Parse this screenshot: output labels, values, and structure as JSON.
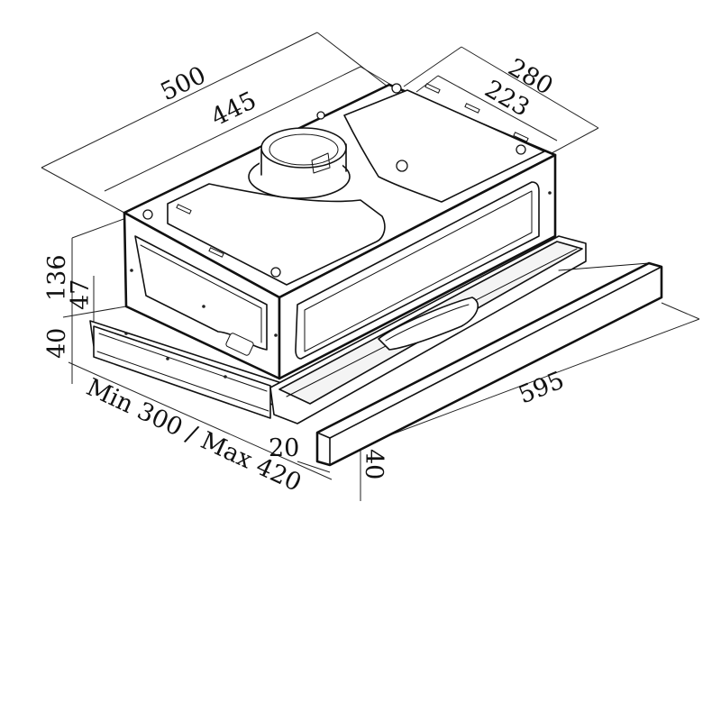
{
  "dimensions": {
    "depth_outer": "500",
    "depth_inner": "445",
    "width_top_outer": "280",
    "width_top_inner": "223",
    "height_total": "136",
    "height_body": "47",
    "height_front": "40",
    "depth_range": "Min 300 / Max 420",
    "width_visor": "595",
    "visor_thickness": "20",
    "visor_height": "40"
  },
  "colors": {
    "line": "#111111",
    "background": "#ffffff"
  }
}
